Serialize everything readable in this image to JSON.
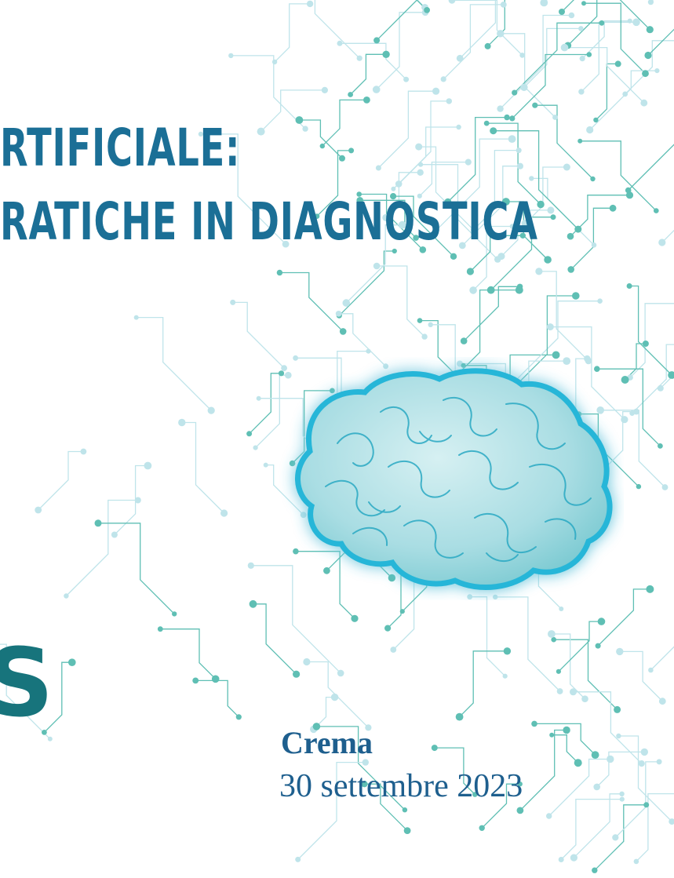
{
  "title": {
    "line1": "RTIFICIALE:",
    "line2": "RATICHE IN DIAGNOSTICA"
  },
  "logo_fragment": "S",
  "event": {
    "location": "Crema",
    "date": "30 settembre 2023"
  },
  "colors": {
    "title": "#1b6f96",
    "circuit_dark": "#5fbfb4",
    "circuit_light": "#bfe4ea",
    "brain_fill": "#a9dfe4",
    "brain_outline": "#28b6d8",
    "text_event": "#1e5f8e",
    "logo": "#17747c"
  },
  "illustration": {
    "subject": "brain-icon",
    "background": "circuit-board-traces"
  }
}
